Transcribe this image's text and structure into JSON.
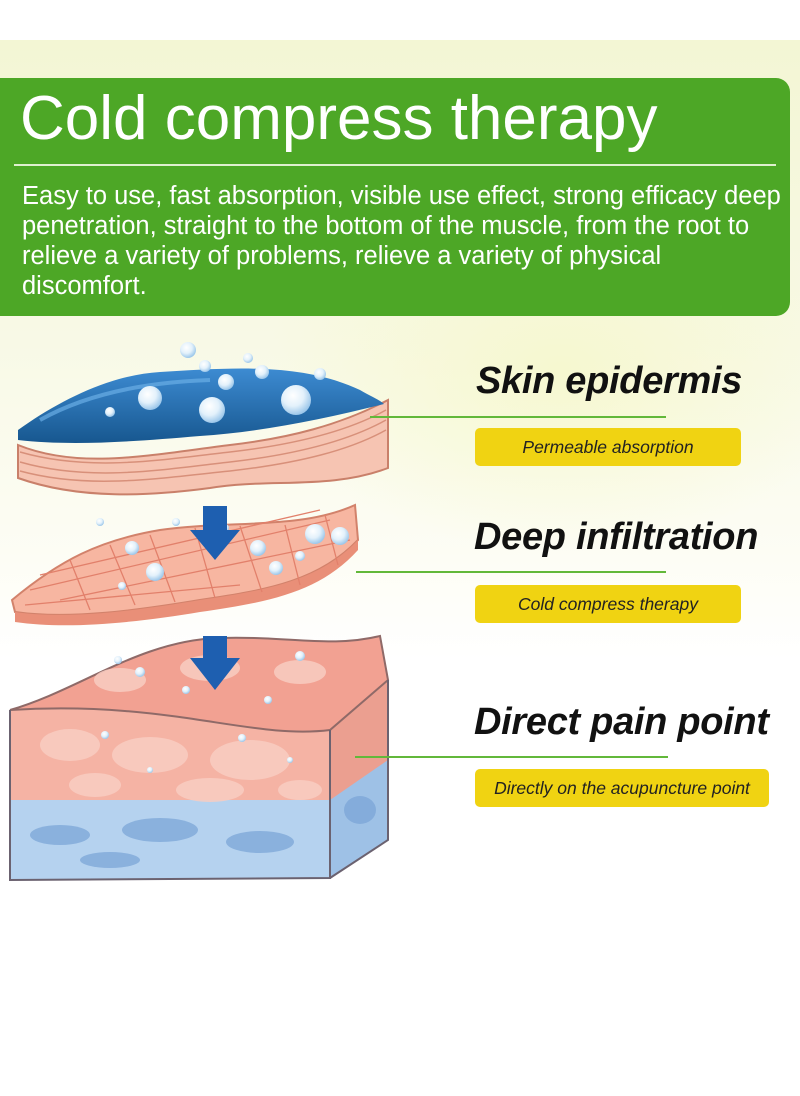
{
  "header": {
    "title": "Cold compress therapy",
    "description": "Easy to use, fast absorption, visible use effect, strong efficacy deep penetration, straight to the bottom of the muscle, from the root to relieve a variety of problems, relieve a variety of physical discomfort."
  },
  "layers": [
    {
      "title": "Skin epidermis",
      "caption": "Permeable absorption"
    },
    {
      "title": "Deep infiltration",
      "caption": "Cold compress therapy"
    },
    {
      "title": "Direct pain point",
      "caption": "Directly on the acupuncture point"
    }
  ],
  "colors": {
    "header_green": "#4da726",
    "connector_green": "#62b83a",
    "caption_yellow": "#f0d312",
    "gel_blue": "#1f6aa9",
    "skin_pink": "#f2a596",
    "deep_blue": "#8fb8e0",
    "arrow_blue": "#1e5fb0"
  }
}
